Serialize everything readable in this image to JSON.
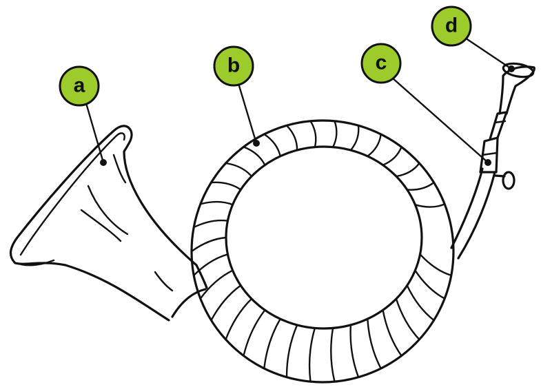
{
  "colors": {
    "badge_fill": "#9ccb2b",
    "ink": "#111111",
    "background": "#ffffff"
  },
  "labels": {
    "a": "a",
    "b": "b",
    "c": "c",
    "d": "d"
  }
}
